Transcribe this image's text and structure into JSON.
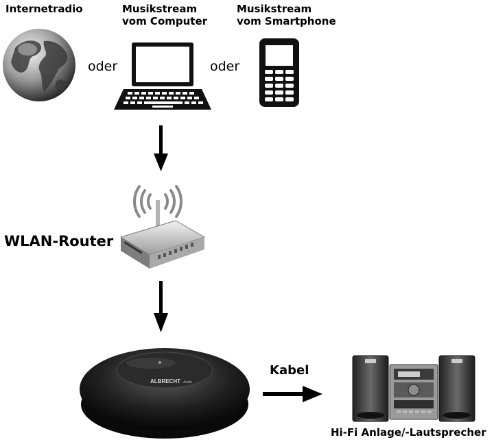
{
  "labels": {
    "internetradio": "Internetradio",
    "computer_line1": "Musikstream",
    "computer_line2": "vom Computer",
    "smartphone_line1": "Musikstream",
    "smartphone_line2": "vom Smartphone",
    "oder_1": "oder",
    "oder_2": "oder",
    "router": "WLAN-Router",
    "kabel": "Kabel",
    "hifi": "Hi-Fi Anlage/-Lautsprecher"
  },
  "device": {
    "brand": "ALBRECHT",
    "brand_sub": "Audio"
  },
  "icons": [
    "globe-icon",
    "laptop-icon",
    "phone-icon",
    "router-icon",
    "audio-receiver-icon",
    "hifi-system-icon"
  ]
}
